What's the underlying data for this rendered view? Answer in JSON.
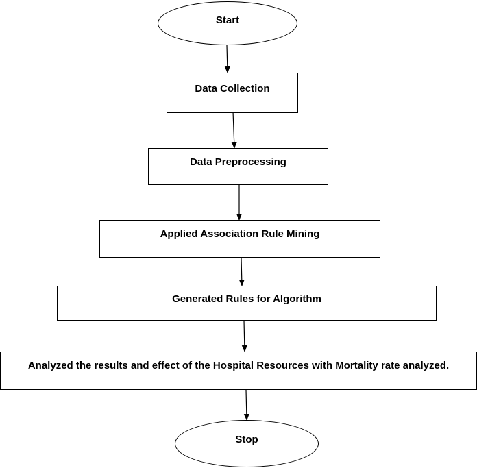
{
  "flowchart": {
    "start": "Start",
    "data_collection": "Data Collection",
    "data_preprocessing": "Data Preprocessing",
    "association_rule_mining": "Applied Association Rule Mining",
    "generated_rules": "Generated Rules for Algorithm",
    "analysis": "Analyzed the results and effect of the Hospital Resources with Mortality rate analyzed.",
    "stop": "Stop"
  },
  "colors": {
    "stroke": "#000000",
    "fill": "#ffffff",
    "text": "#000000"
  }
}
